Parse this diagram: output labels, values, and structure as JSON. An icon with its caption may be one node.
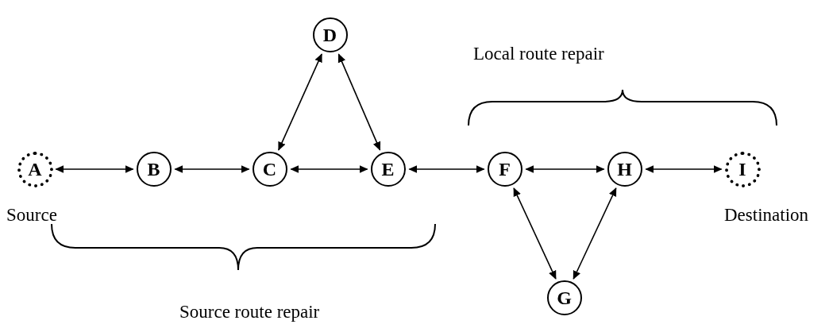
{
  "diagram": {
    "nodes": [
      {
        "text": [
          "D"
        ]
      },
      {
        "text": [
          "A"
        ],
        "beside": [
          "Source"
        ]
      },
      {
        "text": [
          "B"
        ]
      },
      {
        "text": [
          "C"
        ]
      },
      {
        "text": [
          "E"
        ]
      },
      {
        "text": [
          "F"
        ]
      },
      {
        "text": [
          "H"
        ]
      },
      {
        "text": [
          "I"
        ],
        "beside": [
          "Destination"
        ]
      },
      {
        "text": [
          "G"
        ]
      }
    ],
    "edges": [
      {
        "from": 1,
        "to": 2,
        "arrow": "both"
      },
      {
        "from": 2,
        "to": 3,
        "arrow": "both"
      },
      {
        "from": 3,
        "to": 4,
        "arrow": "both"
      },
      {
        "from": 4,
        "to": 5,
        "arrow": "both"
      },
      {
        "from": 5,
        "to": 6,
        "arrow": "both"
      },
      {
        "from": 6,
        "to": 7,
        "arrow": "both"
      },
      {
        "from": 3,
        "to": 0,
        "arrow": "both"
      },
      {
        "from": 0,
        "to": 4,
        "arrow": "both"
      },
      {
        "from": 5,
        "to": 8,
        "arrow": "both"
      },
      {
        "from": 8,
        "to": 6,
        "arrow": "both"
      }
    ],
    "labels": [
      "Local route repair",
      "Source route repair"
    ]
  }
}
